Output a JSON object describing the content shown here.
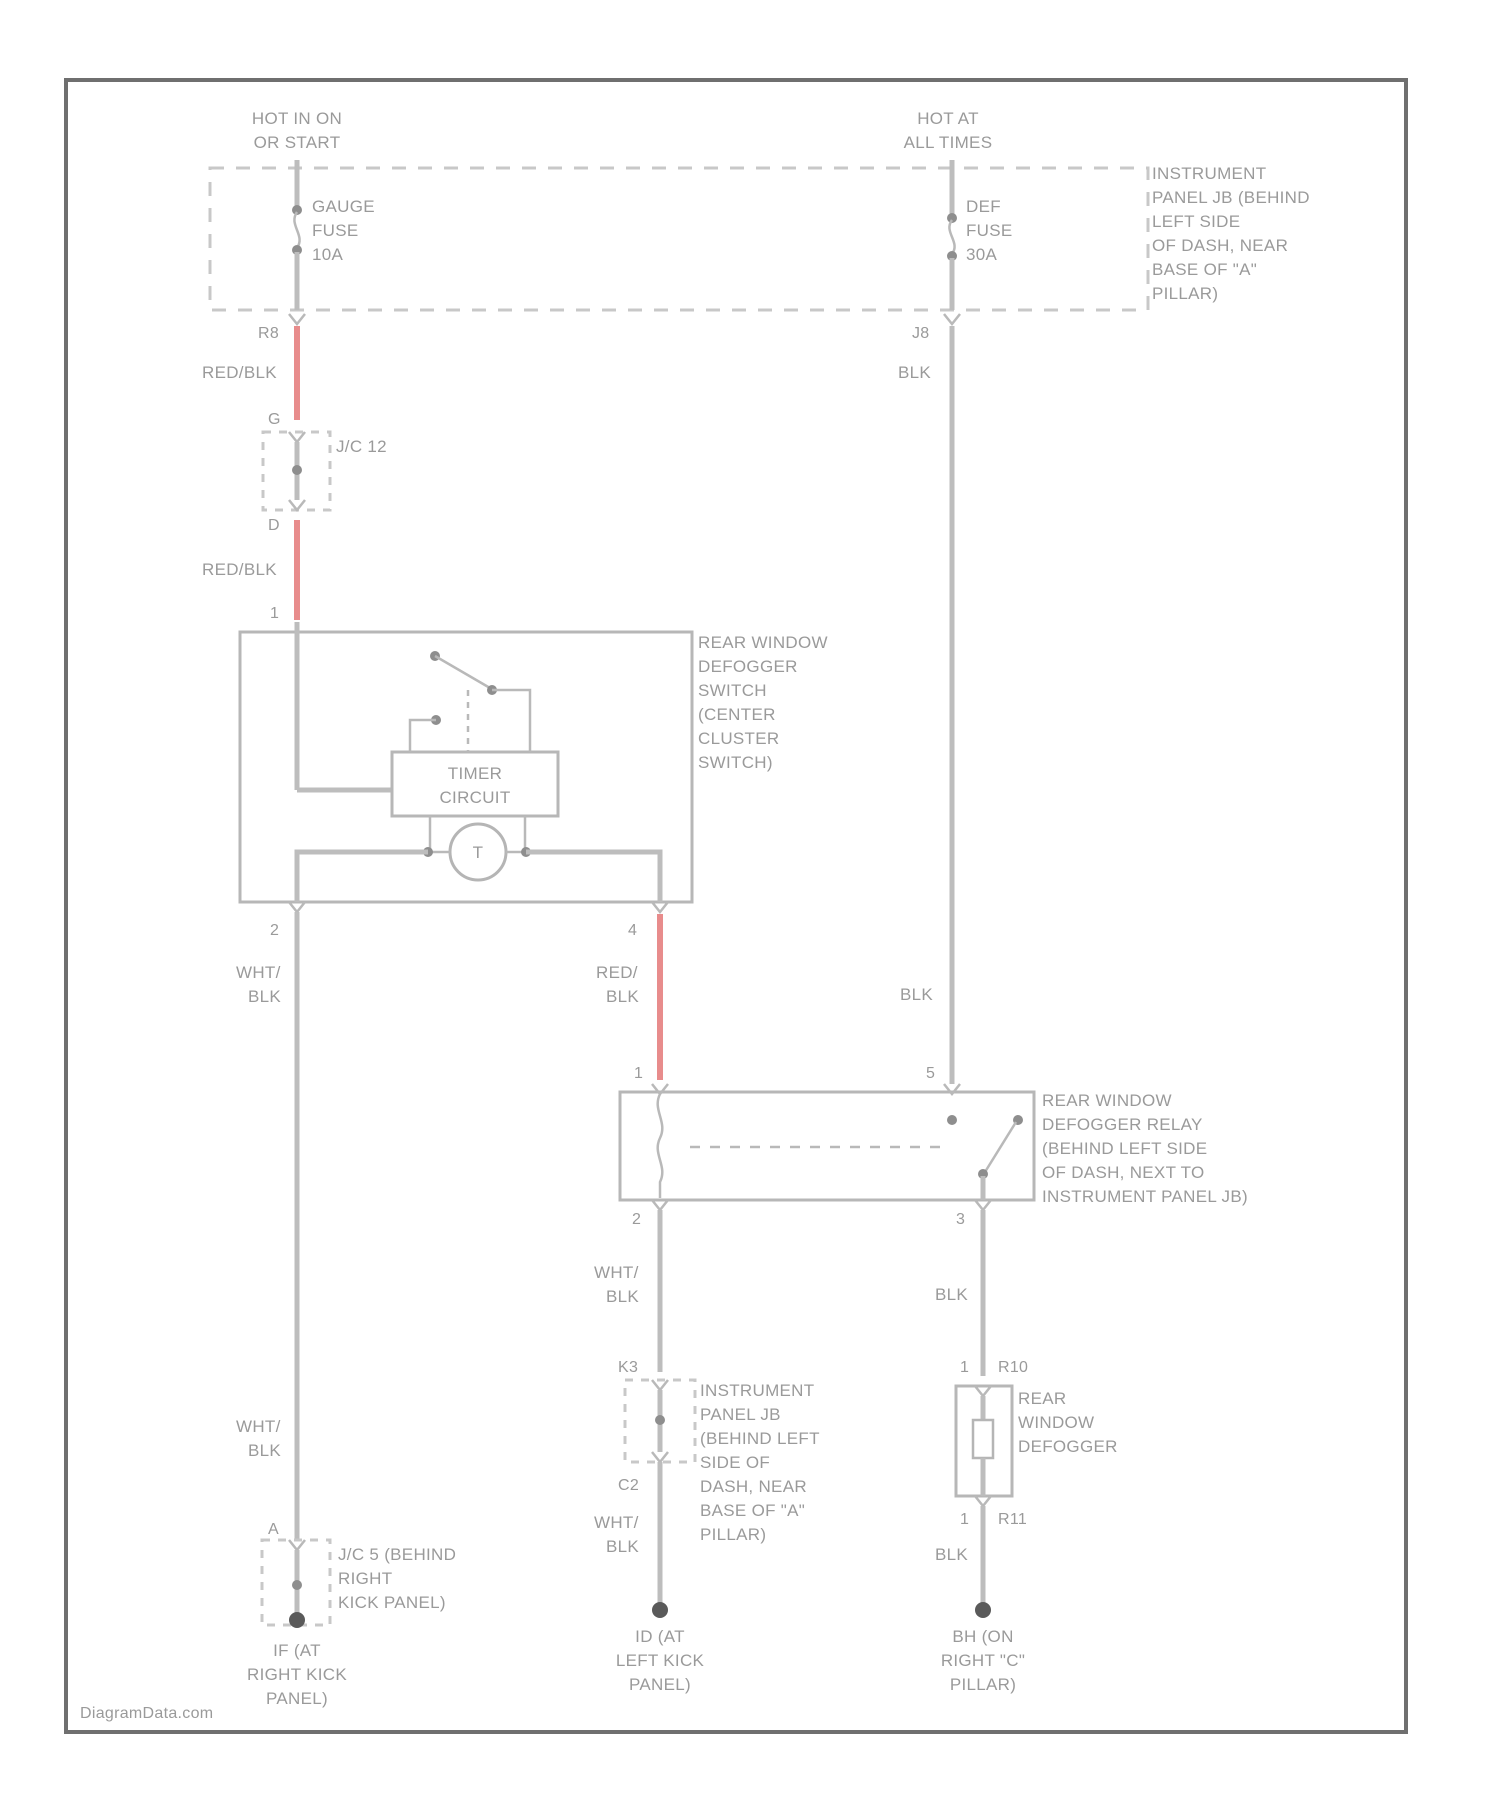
{
  "power": {
    "left_source": [
      "HOT IN ON",
      "OR START"
    ],
    "right_source": [
      "HOT AT",
      "ALL TIMES"
    ],
    "gauge_fuse": [
      "GAUGE",
      "FUSE",
      "10A"
    ],
    "def_fuse": [
      "DEF",
      "FUSE",
      "30A"
    ],
    "ipjb_label": [
      "INSTRUMENT",
      "PANEL JB (BEHIND",
      "LEFT SIDE",
      "OF DASH, NEAR",
      "BASE OF \"A\"",
      "PILLAR)"
    ],
    "pin_r8": "R8",
    "pin_j8": "J8"
  },
  "wires": {
    "red_blk": "RED/BLK",
    "blk": "BLK",
    "wht": "WHT/",
    "blk2": "BLK",
    "red": "RED/"
  },
  "jc12": {
    "label": "J/C 12",
    "pin_top": "G",
    "pin_bottom": "D"
  },
  "switch": {
    "label": [
      "REAR WINDOW",
      "DEFOGGER",
      "SWITCH",
      "(CENTER",
      "CLUSTER",
      "SWITCH)"
    ],
    "timer": [
      "TIMER",
      "CIRCUIT"
    ],
    "indicator": "T",
    "pin_1": "1",
    "pin_2": "2",
    "pin_4": "4"
  },
  "relay": {
    "label": [
      "REAR WINDOW",
      "DEFOGGER RELAY",
      "(BEHIND LEFT SIDE",
      "OF DASH, NEXT TO",
      "INSTRUMENT PANEL JB)"
    ],
    "pin_1": "1",
    "pin_2": "2",
    "pin_3": "3",
    "pin_5": "5"
  },
  "jc5": {
    "label": [
      "J/C 5 (BEHIND",
      "RIGHT",
      "KICK PANEL)"
    ],
    "pin": "A"
  },
  "ipjb2": {
    "label": [
      "INSTRUMENT",
      "PANEL JB",
      "(BEHIND LEFT",
      "SIDE OF",
      "DASH, NEAR",
      "BASE OF \"A\"",
      "PILLAR)"
    ],
    "pin_top": "K3",
    "pin_bottom": "C2"
  },
  "defogger": {
    "label": [
      "REAR",
      "WINDOW",
      "DEFOGGER"
    ],
    "pin_top": "R10",
    "pin_bottom": "R11",
    "pin_1a": "1",
    "pin_1b": "1"
  },
  "grounds": {
    "g1": [
      "IF (AT",
      "RIGHT KICK",
      "PANEL)"
    ],
    "g2": [
      "ID (AT",
      "LEFT KICK",
      "PANEL)"
    ],
    "g3": [
      "BH (ON",
      "RIGHT \"C\"",
      "PILLAR)"
    ]
  },
  "watermark": "DiagramData.com"
}
